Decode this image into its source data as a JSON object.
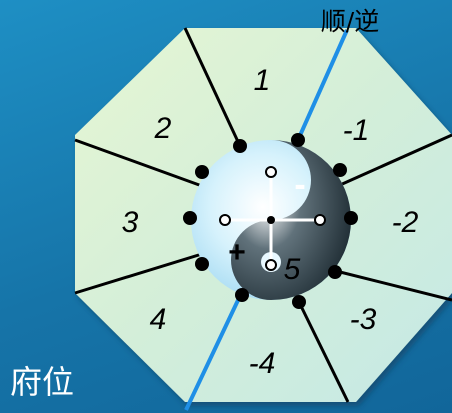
{
  "diagram": {
    "top_label": "顺/逆",
    "corner_label": "府位",
    "center_label": "5",
    "plus_sign": "+",
    "minus_sign": "-",
    "sector_numbers": [
      "1",
      "-1",
      "-2",
      "-3",
      "-4",
      "4",
      "3",
      "2"
    ],
    "colors": {
      "background": "#1674a8",
      "octagon_fill": "#d8f0d6",
      "center_circle": "#cfeefb",
      "axis_line": "#1f8fe6",
      "spoke": "#000000"
    }
  }
}
